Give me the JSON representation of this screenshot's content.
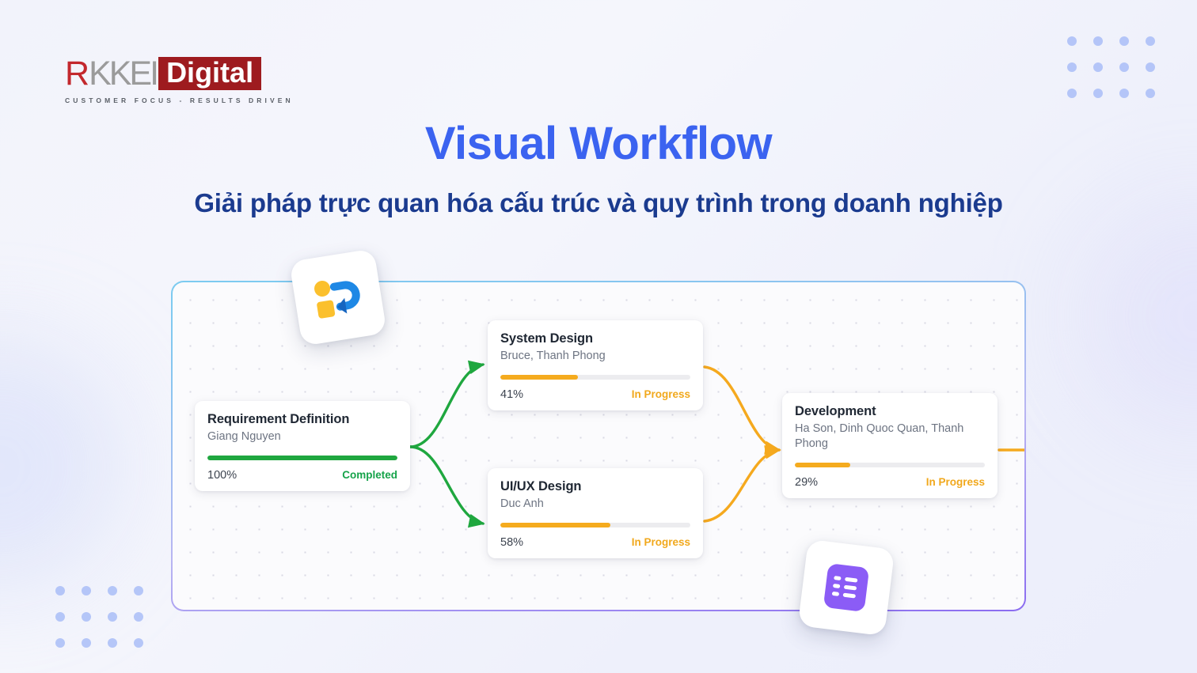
{
  "brand": {
    "name_prefix": "R",
    "name_mid": "KKEI",
    "name_badge": "Digital",
    "tagline": "CUSTOMER FOCUS - RESULTS DRIVEN",
    "red": "#9e1b1f",
    "gray": "#9b9b9b"
  },
  "header": {
    "title": "Visual Workflow",
    "title_color": "#3b63f0",
    "subtitle": "Giải pháp trực quan hóa cấu trúc và quy trình trong doanh nghiệp",
    "subtitle_color": "#1b3b8f"
  },
  "workflow": {
    "panel_border_from": "#7ccbf0",
    "panel_border_to": "#8b6cf0",
    "connector_green": "#1fa73f",
    "connector_orange": "#f5a91e",
    "cards": [
      {
        "id": "requirement",
        "title": "Requirement Definition",
        "owner": "Giang Nguyen",
        "percent_label": "100%",
        "percent_value": 100,
        "status": "Completed",
        "status_color": "#16a34a",
        "bar_color": "#1fa73f"
      },
      {
        "id": "system",
        "title": "System Design",
        "owner": "Bruce, Thanh Phong",
        "percent_label": "41%",
        "percent_value": 41,
        "status": "In Progress",
        "status_color": "#f1a81c",
        "bar_color": "#f5ab1e"
      },
      {
        "id": "uiux",
        "title": "UI/UX Design",
        "owner": "Duc Anh",
        "percent_label": "58%",
        "percent_value": 58,
        "status": "In Progress",
        "status_color": "#f1a81c",
        "bar_color": "#f5ab1e"
      },
      {
        "id": "development",
        "title": "Development",
        "owner": "Ha Son, Dinh Quoc Quan, Thanh Phong",
        "percent_label": "29%",
        "percent_value": 29,
        "status": "In Progress",
        "status_color": "#f1a81c",
        "bar_color": "#f5ab1e"
      }
    ]
  },
  "decor": {
    "dot_color": "#a9bdf7",
    "dot_rows": 3,
    "dot_cols": 4
  }
}
